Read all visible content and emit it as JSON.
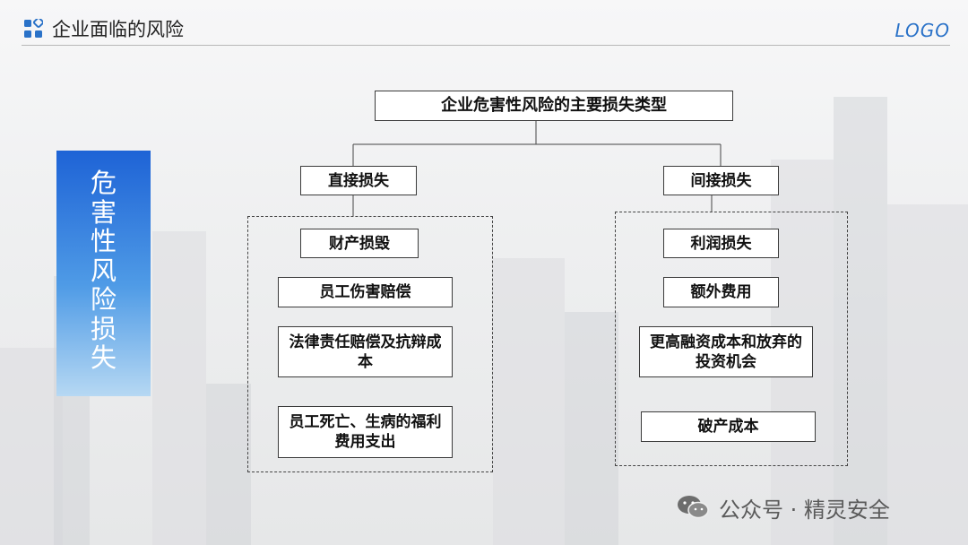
{
  "header": {
    "title": "企业面临的风险",
    "logo": "LOGO"
  },
  "side_banner": {
    "text": "危\n害\n性\n风\n险\n损\n失"
  },
  "diagram": {
    "root": "企业危害性风险的主要损失类型",
    "direct": {
      "label": "直接损失",
      "items": [
        "财产损毁",
        "员工伤害赔偿",
        "法律责任赔偿及抗辩成本",
        "员工死亡、生病的福利费用支出"
      ]
    },
    "indirect": {
      "label": "间接损失",
      "items": [
        "利润损失",
        "额外费用",
        "更高融资成本和放弃的投资机会",
        "破产成本"
      ]
    }
  },
  "watermark": {
    "text": "公众号 · 精灵安全"
  },
  "colors": {
    "accent": "#2a72c8",
    "banner_top": "#1e63d6",
    "banner_bottom": "#b6d8f3"
  }
}
